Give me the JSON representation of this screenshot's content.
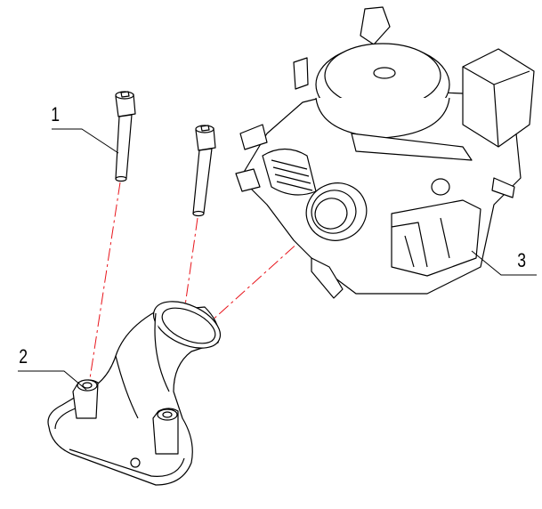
{
  "callouts": [
    {
      "number": "1",
      "part": "bolt"
    },
    {
      "number": "2",
      "part": "intake-manifold"
    },
    {
      "number": "3",
      "part": "carburetor"
    }
  ],
  "colors": {
    "line": "#000000",
    "centerline": "#e8141b"
  }
}
